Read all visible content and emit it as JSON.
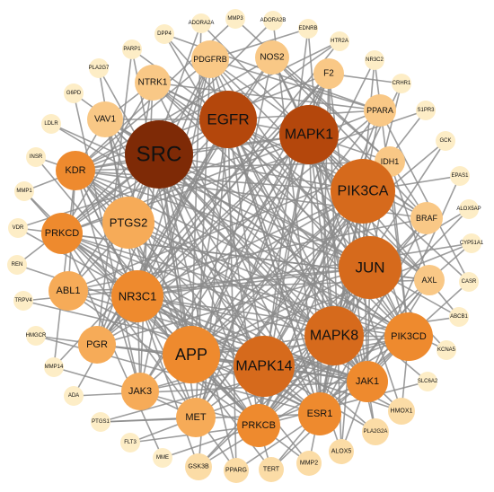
{
  "graph": {
    "colors": {
      "edge": "#8c8c8c",
      "tier1": "#7e2a06",
      "tier2": "#b4470c",
      "tier3": "#d66a1c",
      "tier4": "#ee8a2e",
      "tier5": "#f6ab58",
      "tier6": "#f9c886",
      "tier7": "#fbdca6",
      "tier8": "#fdedc6"
    },
    "nodes": [
      {
        "id": "SRC",
        "tier": 1
      },
      {
        "id": "EGFR",
        "tier": 2
      },
      {
        "id": "MAPK1",
        "tier": 2
      },
      {
        "id": "PIK3CA",
        "tier": 3
      },
      {
        "id": "JUN",
        "tier": 3
      },
      {
        "id": "MAPK8",
        "tier": 3
      },
      {
        "id": "MAPK14",
        "tier": 3
      },
      {
        "id": "APP",
        "tier": 4
      },
      {
        "id": "NR3C1",
        "tier": 4
      },
      {
        "id": "PTGS2",
        "tier": 5
      },
      {
        "id": "PIK3CD",
        "tier": 4
      },
      {
        "id": "ESR1",
        "tier": 4
      },
      {
        "id": "JAK1",
        "tier": 4
      },
      {
        "id": "PRKCB",
        "tier": 4
      },
      {
        "id": "MET",
        "tier": 5
      },
      {
        "id": "KDR",
        "tier": 4
      },
      {
        "id": "PRKCD",
        "tier": 4
      },
      {
        "id": "ABL1",
        "tier": 5
      },
      {
        "id": "PGR",
        "tier": 5
      },
      {
        "id": "JAK3",
        "tier": 5
      },
      {
        "id": "VAV1",
        "tier": 6
      },
      {
        "id": "NTRK1",
        "tier": 6
      },
      {
        "id": "PDGFRB",
        "tier": 6
      },
      {
        "id": "NOS2",
        "tier": 6
      },
      {
        "id": "F2",
        "tier": 6
      },
      {
        "id": "PPARA",
        "tier": 6
      },
      {
        "id": "IDH1",
        "tier": 6
      },
      {
        "id": "BRAF",
        "tier": 6
      },
      {
        "id": "AXL",
        "tier": 6
      },
      {
        "id": "HMOX1",
        "tier": 7
      },
      {
        "id": "PLA2G2A",
        "tier": 7
      },
      {
        "id": "ALOX5",
        "tier": 7
      },
      {
        "id": "MMP2",
        "tier": 7
      },
      {
        "id": "TERT",
        "tier": 7
      },
      {
        "id": "PPARG",
        "tier": 7
      },
      {
        "id": "GSK3B",
        "tier": 7
      },
      {
        "id": "MME",
        "tier": 8
      },
      {
        "id": "FLT3",
        "tier": 8
      },
      {
        "id": "PTGS1",
        "tier": 8
      },
      {
        "id": "ADA",
        "tier": 8
      },
      {
        "id": "MMP14",
        "tier": 8
      },
      {
        "id": "HMGCR",
        "tier": 8
      },
      {
        "id": "TRPV4",
        "tier": 8
      },
      {
        "id": "REN",
        "tier": 8
      },
      {
        "id": "VDR",
        "tier": 8
      },
      {
        "id": "MMP1",
        "tier": 8
      },
      {
        "id": "INSR",
        "tier": 8
      },
      {
        "id": "LDLR",
        "tier": 8
      },
      {
        "id": "G6PD",
        "tier": 8
      },
      {
        "id": "PLA2G7",
        "tier": 8
      },
      {
        "id": "PARP1",
        "tier": 8
      },
      {
        "id": "DPP4",
        "tier": 8
      },
      {
        "id": "ADORA2A",
        "tier": 8
      },
      {
        "id": "MMP3",
        "tier": 8
      },
      {
        "id": "ADORA2B",
        "tier": 8
      },
      {
        "id": "EDNRB",
        "tier": 8
      },
      {
        "id": "HTR2A",
        "tier": 8
      },
      {
        "id": "NR3C2",
        "tier": 8
      },
      {
        "id": "CRHR1",
        "tier": 8
      },
      {
        "id": "S1PR3",
        "tier": 8
      },
      {
        "id": "GCK",
        "tier": 8
      },
      {
        "id": "EPAS1",
        "tier": 8
      },
      {
        "id": "ALOX5AP",
        "tier": 8
      },
      {
        "id": "CYP51A1",
        "tier": 8
      },
      {
        "id": "CASR",
        "tier": 8
      },
      {
        "id": "ABCB1",
        "tier": 8
      },
      {
        "id": "KCNA5",
        "tier": 8
      },
      {
        "id": "SLC6A2",
        "tier": 8
      }
    ]
  }
}
